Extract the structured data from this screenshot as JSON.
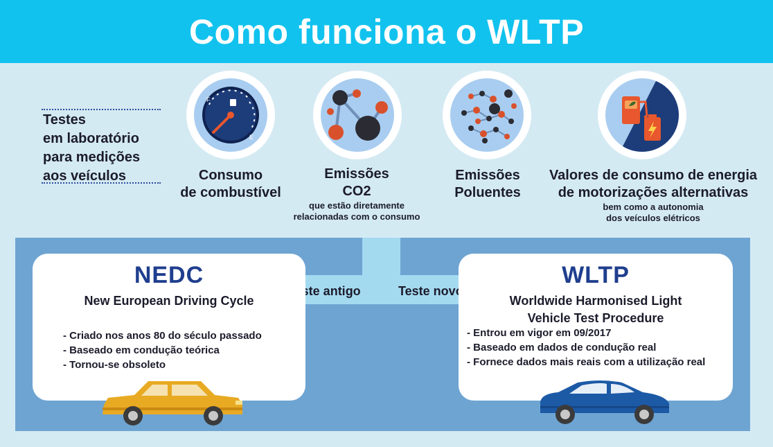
{
  "title": "Como funciona o WLTP",
  "intro": {
    "lines": [
      "Testes",
      "em laboratório",
      "para medições",
      "aos veículos"
    ]
  },
  "measures": [
    {
      "icon": "fuel-gauge-icon",
      "title_lines": [
        "Consumo",
        "de combustível"
      ],
      "note_lines": []
    },
    {
      "icon": "co2-molecule-icon",
      "title_lines": [
        "Emissões",
        "CO2"
      ],
      "note_lines": [
        "que estão diretamente",
        "relacionadas com o consumo"
      ]
    },
    {
      "icon": "pollutant-particles-icon",
      "title_lines": [
        "Emissões",
        "Poluentes"
      ],
      "note_lines": []
    },
    {
      "icon": "fuel-pump-battery-icon",
      "title_lines": [
        "Valores de consumo de energia",
        "de motorizações alternativas"
      ],
      "note_lines": [
        "bem como a autonomia",
        "dos veículos elétricos"
      ]
    }
  ],
  "arrows": {
    "old_label": "Teste antigo",
    "new_label": "Teste novo"
  },
  "nedc": {
    "title": "NEDC",
    "subtitle_lines": [
      "New European Driving Cycle"
    ],
    "bullets": [
      "- Criado nos anos 80 do século passado",
      "- Baseado em condução teórica",
      "- Tornou-se obsoleto"
    ]
  },
  "wltp": {
    "title": "WLTP",
    "subtitle_lines": [
      "Worldwide Harmonised Light",
      "Vehicle Test Procedure"
    ],
    "bullets": [
      "- Entrou em vigor em 09/2017",
      "- Baseado em dados de condução real",
      "- Fornece dados mais reais com a utilização real"
    ]
  },
  "colors": {
    "header": "#12c2ee",
    "background": "#d4eaf3",
    "panel": "#6ea4d2",
    "connector": "#a4daf0",
    "title_blue": "#1f3e8e",
    "nedc_car": "#e8aa22",
    "wltp_car": "#1c5aa6"
  }
}
